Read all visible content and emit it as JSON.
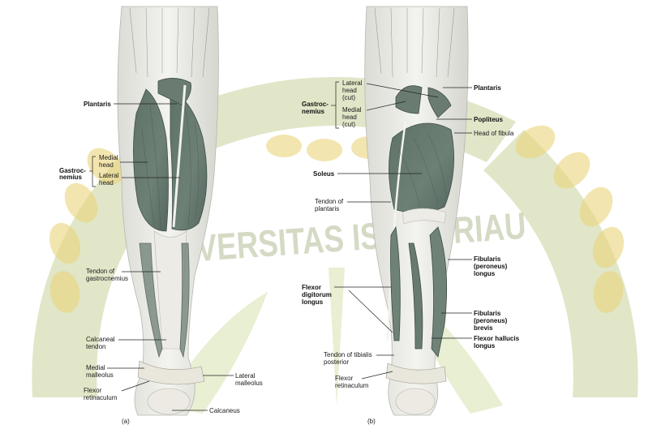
{
  "watermark": {
    "text": "UNIVERSITAS ISLAM RIAU",
    "colors": {
      "green": "#7f9a2a",
      "gold": "#e8c95a"
    }
  },
  "panels": {
    "a": {
      "letter": "(a)",
      "labels": {
        "plantaris": "Plantaris",
        "gastroc": [
          "Gastroc-",
          "nemius"
        ],
        "medial_head": [
          "Medial",
          "head"
        ],
        "lateral_head": [
          "Lateral",
          "head"
        ],
        "tendon_gastroc": [
          "Tendon of",
          "gastrocnemius"
        ],
        "calcaneal_tendon": [
          "Calcaneal",
          "tendon"
        ],
        "medial_malleolus": [
          "Medial",
          "malleolus"
        ],
        "flexor_retinaculum": [
          "Flexor",
          "retinaculum"
        ],
        "lateral_malleolus": [
          "Lateral",
          "malleolus"
        ],
        "calcaneus": "Calcaneus"
      }
    },
    "b": {
      "letter": "(b)",
      "labels": {
        "gastroc": [
          "Gastroc-",
          "nemius"
        ],
        "lateral_head_cut": [
          "Lateral",
          "head",
          "(cut)"
        ],
        "medial_head_cut": [
          "Medial",
          "head",
          "(cut)"
        ],
        "plantaris": "Plantaris",
        "popliteus": "Popliteus",
        "head_fibula": "Head of fibula",
        "soleus": "Soleus",
        "tendon_plantaris": [
          "Tendon of",
          "plantaris"
        ],
        "fibularis_longus": [
          "Fibularis",
          "(peroneus)",
          "longus"
        ],
        "flexor_dig_longus": [
          "Flexor",
          "digitorum",
          "longus"
        ],
        "fibularis_brevis": [
          "Fibularis",
          "(peroneus)",
          "brevis"
        ],
        "flexor_hallucis": [
          "Flexor hallucis",
          "longus"
        ],
        "tendon_tibialis": [
          "Tendon of tibialis",
          "posterior"
        ],
        "flexor_retinaculum": [
          "Flexor",
          "retinaculum"
        ]
      }
    }
  }
}
